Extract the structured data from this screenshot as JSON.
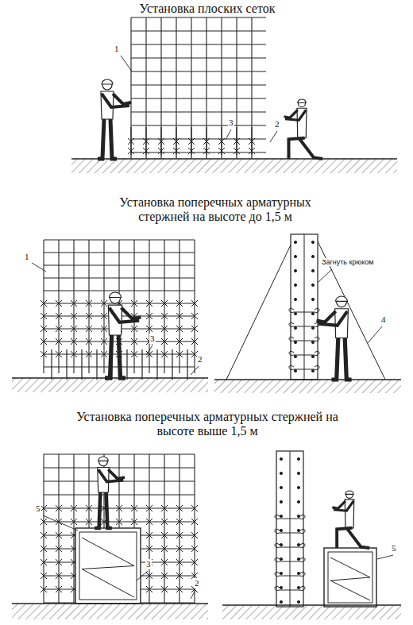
{
  "diagram": {
    "labels": [
      "Установка плоских сеток",
      "1",
      "3",
      "2",
      "Установка поперечных арматурных стержней на высоте до 1,5 м",
      "1",
      "3",
      "2",
      "Загнуть крюком",
      "4",
      "Установка поперечных арматурных стержней на высоте выше 1,5 м",
      "5",
      "3",
      "2",
      "5"
    ]
  }
}
